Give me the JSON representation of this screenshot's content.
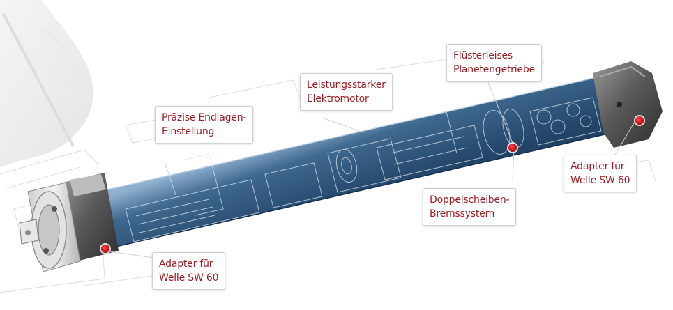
{
  "labels": {
    "limit": {
      "line1": "Präzise Endlagen-",
      "line2": "Einstellung"
    },
    "motor": {
      "line1": "Leistungsstarker",
      "line2": "Elektromotor"
    },
    "gear": {
      "line1": "Flüsterleises",
      "line2": "Planetengetriebe"
    },
    "brake": {
      "line1": "Doppelscheiben-",
      "line2": "Bremssystem"
    },
    "adapter_right": {
      "line1": "Adapter für",
      "line2": "Welle SW 60"
    },
    "adapter_left": {
      "line1": "Adapter für",
      "line2": "Welle SW 60"
    }
  },
  "colors": {
    "label_text": "#9b1f24",
    "tube_body": "#2c4f73",
    "marker": "#d01015"
  }
}
